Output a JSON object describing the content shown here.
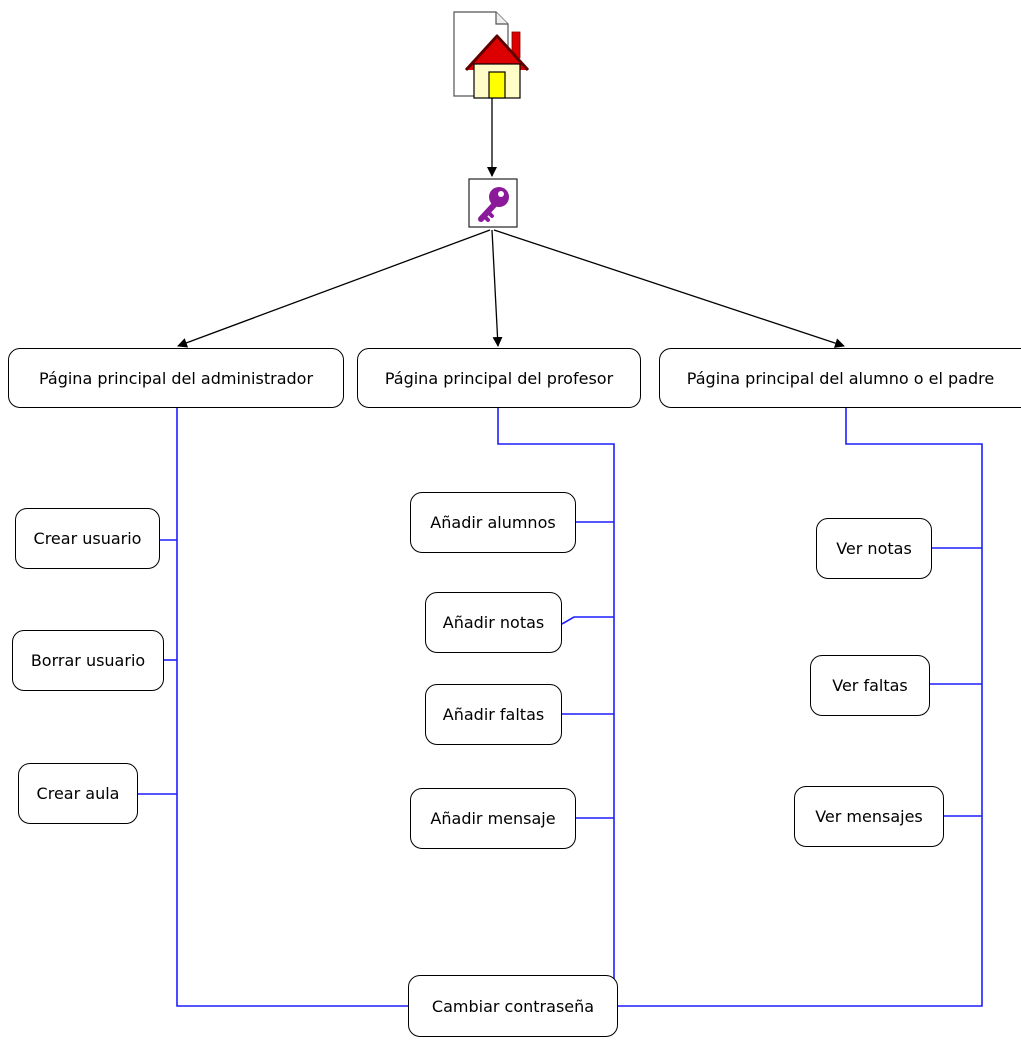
{
  "colors": {
    "connector_black": "#000000",
    "connector_blue": "#1f1fff",
    "key_purple": "#8b1a9b",
    "house_yellow": "#ffff00"
  },
  "icons": {
    "home": "home-page-icon",
    "login": "key-icon"
  },
  "nodes": {
    "admin_home": "Página principal del administrador",
    "teacher_home": "Página principal del profesor",
    "student_home": "Página principal del alumno o el padre",
    "create_user": "Crear usuario",
    "delete_user": "Borrar usuario",
    "create_classroom": "Crear aula",
    "add_students": "Añadir alumnos",
    "add_grades": "Añadir notas",
    "add_absences": "Añadir faltas",
    "add_message": "Añadir mensaje",
    "view_grades": "Ver notas",
    "view_absences": "Ver faltas",
    "view_messages": "Ver mensajes",
    "change_password": "Cambiar contraseña"
  }
}
